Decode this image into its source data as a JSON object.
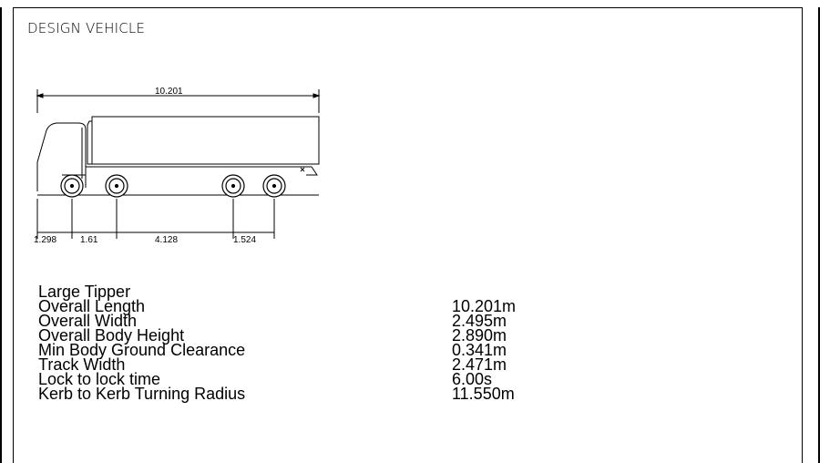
{
  "title": "DESIGN VEHICLE",
  "vehicle_name": "Large Tipper",
  "dimensions": {
    "overall": "10.201",
    "front_overhang": "1.298",
    "axle_1": "1.61",
    "axle_2": "4.128",
    "axle_3": "1.524"
  },
  "specs": [
    {
      "label": "Overall Length",
      "value": "10.201m"
    },
    {
      "label": "Overall Width",
      "value": "2.495m"
    },
    {
      "label": "Overall Body Height",
      "value": "2.890m"
    },
    {
      "label": "Min Body Ground Clearance",
      "value": "0.341m"
    },
    {
      "label": "Track Width",
      "value": "2.471m"
    },
    {
      "label": "Lock to lock time",
      "value": "6.00s"
    },
    {
      "label": "Kerb to Kerb Turning Radius",
      "value": "11.550m"
    }
  ]
}
